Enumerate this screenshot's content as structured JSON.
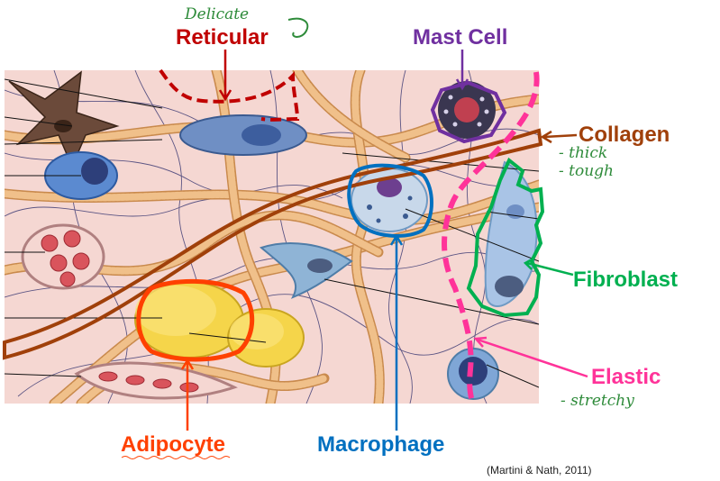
{
  "labels": {
    "reticular": "Reticular",
    "mast_cell": "Mast Cell",
    "collagen": "Collagen",
    "fibroblast": "Fibroblast",
    "elastic": "Elastic",
    "adipocyte": "Adipocyte",
    "macrophage": "Macrophage"
  },
  "handwritten": {
    "reticular_note": "Delicate",
    "collagen_note_1": "- thick",
    "collagen_note_2": "- tough",
    "elastic_note": "- stretchy"
  },
  "citation": "(Martini & Nath, 2011)",
  "colors": {
    "reticular": "#c00000",
    "mast_cell": "#7030a0",
    "collagen": "#a0400a",
    "fibroblast": "#00b050",
    "elastic": "#ff3399",
    "adipocyte": "#ff4000",
    "macrophage": "#0070c0",
    "handwriting": "#2e8b3a",
    "tissue_background": "#f5d7d2"
  }
}
